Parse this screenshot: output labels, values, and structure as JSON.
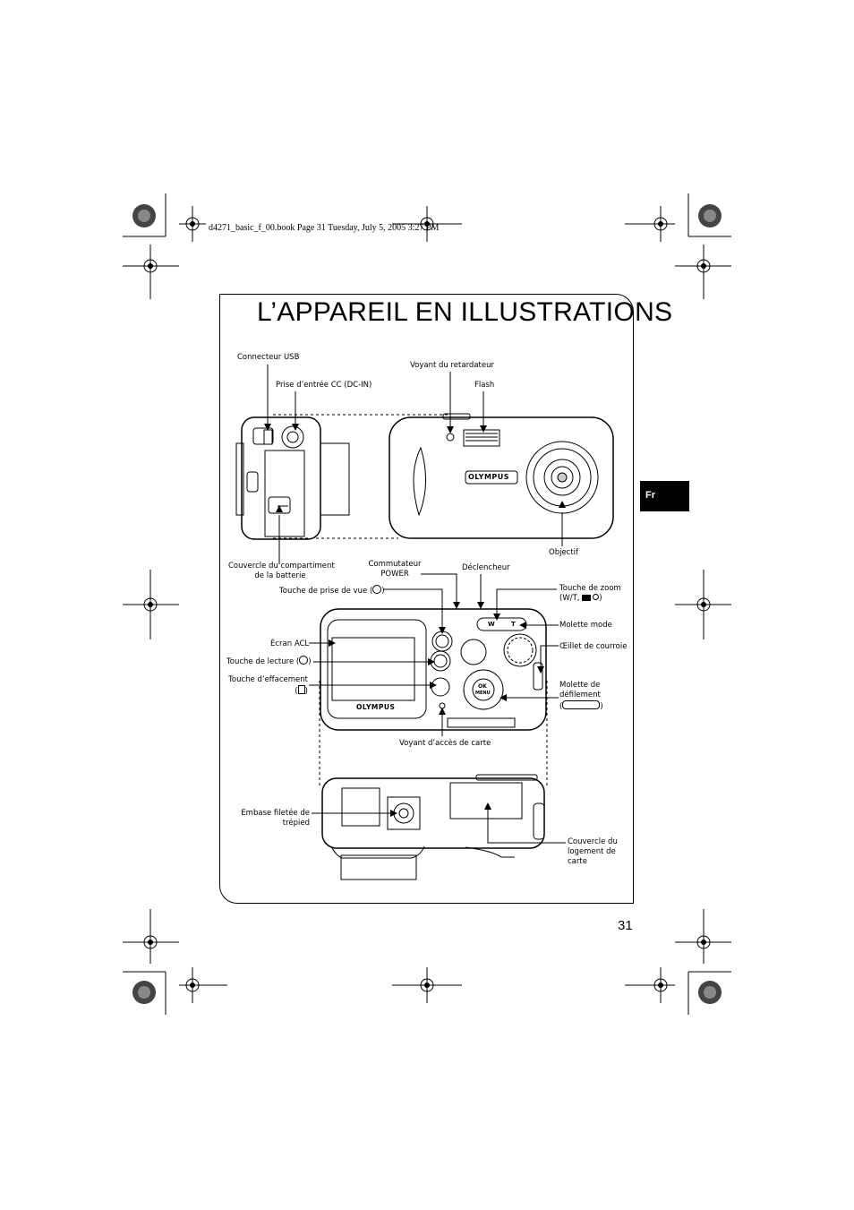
{
  "header": {
    "file_info": "d4271_basic_f_00.book  Page 31  Tuesday, July 5, 2005  3:27 PM"
  },
  "page": {
    "title": "L’APPAREIL EN ILLUSTRATIONS",
    "language_tab": "Fr",
    "number": "31"
  },
  "camera_brand": "OLYMPUS",
  "labels": {
    "usb": "Connecteur USB",
    "dc_in": "Prise d’entrée CC (DC-IN)",
    "self_timer_lamp": "Voyant du retardateur",
    "flash": "Flash",
    "lens": "Objectif",
    "battery_cover_line1": "Couvercle du compartiment",
    "battery_cover_line2": "de la batterie",
    "power_switch_line1": "Commutateur",
    "power_switch_line2": "POWER",
    "shutter": "Déclencheur",
    "shooting_button": "Touche de prise de vue (",
    "zoom_line1": "Touche de zoom",
    "zoom_line2": "(W/T,",
    "mode_dial": "Molette mode",
    "lcd": "Écran ACL",
    "strap_eyelet": "Œillet de courroie",
    "playback_button": "Touche de lecture (",
    "erase_line1": "Touche d’effacement",
    "erase_line2": "(",
    "scroll_line1": "Molette de",
    "scroll_line2": "défilement",
    "scroll_line3": "(",
    "card_access": "Voyant d’accès de carte",
    "tripod_line1": "Embase filetée de",
    "tripod_line2": "trépied",
    "card_cover_line1": "Couvercle du",
    "card_cover_line2": "logement de",
    "card_cover_line3": "carte"
  },
  "dial_labels": {
    "wide": "W",
    "tele": "T",
    "ok": "OK",
    "menu": "MENU"
  }
}
